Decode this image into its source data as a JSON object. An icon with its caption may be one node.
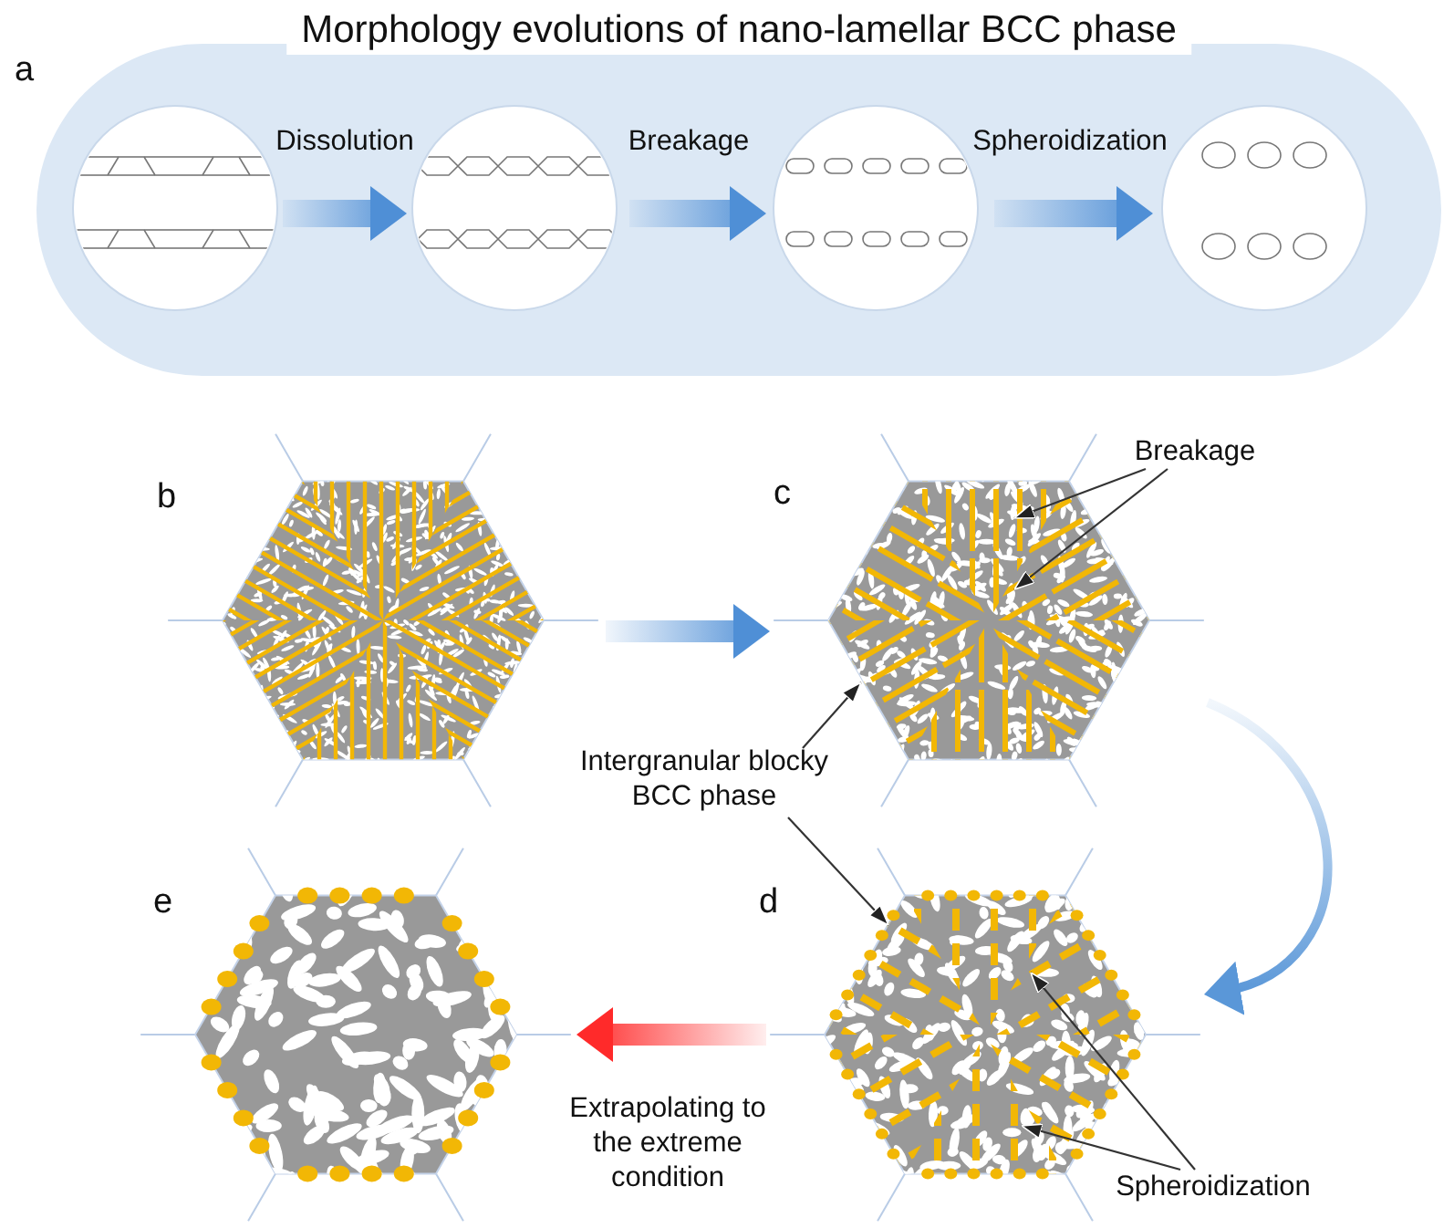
{
  "diagram": {
    "nodes": [
      {
        "text": [
          "Morphology evolutions of nano-lamellar BCC phase"
        ],
        "beside": [
          "a"
        ]
      },
      {
        "text": [],
        "shape": "picture",
        "in": 0
      },
      {
        "text": [],
        "shape": "picture",
        "in": 0
      },
      {
        "text": [],
        "shape": "picture",
        "in": 0
      },
      {
        "text": [],
        "shape": "picture",
        "in": 0
      },
      {
        "text": [],
        "shape": "picture",
        "beside": [
          "b"
        ]
      },
      {
        "text": [],
        "shape": "picture",
        "beside": [
          "c"
        ]
      },
      {
        "text": [],
        "shape": "picture",
        "beside": [
          "d"
        ]
      },
      {
        "text": [],
        "shape": "picture",
        "beside": [
          "e"
        ]
      },
      {
        "text": [
          "Breakage"
        ]
      },
      {
        "text": [
          "Intergranular blocky BCC phase"
        ]
      },
      {
        "text": [
          "Spheroidization"
        ]
      }
    ],
    "edges": [
      {
        "from": 1,
        "to": 2,
        "arrow": "to",
        "label": "Dissolution"
      },
      {
        "from": 2,
        "to": 3,
        "arrow": "to",
        "label": "Breakage"
      },
      {
        "from": 3,
        "to": 4,
        "arrow": "to",
        "label": "Spheroidization"
      },
      {
        "from": 5,
        "to": 6,
        "arrow": "to"
      },
      {
        "from": 6,
        "to": 7,
        "arrow": "to"
      },
      {
        "from": 7,
        "to": 8,
        "arrow": "to",
        "label": "Extrapolating to the extreme condition",
        "color": "#ff2a2a"
      },
      {
        "from": 9,
        "to": 6,
        "arrow": "to"
      },
      {
        "from": 9,
        "to": 6,
        "arrow": "to"
      },
      {
        "from": 10,
        "to": 6,
        "arrow": "to"
      },
      {
        "from": 10,
        "to": 7,
        "arrow": "to"
      },
      {
        "from": 11,
        "to": 7,
        "arrow": "to"
      },
      {
        "from": 11,
        "to": 7,
        "arrow": "to"
      }
    ]
  }
}
